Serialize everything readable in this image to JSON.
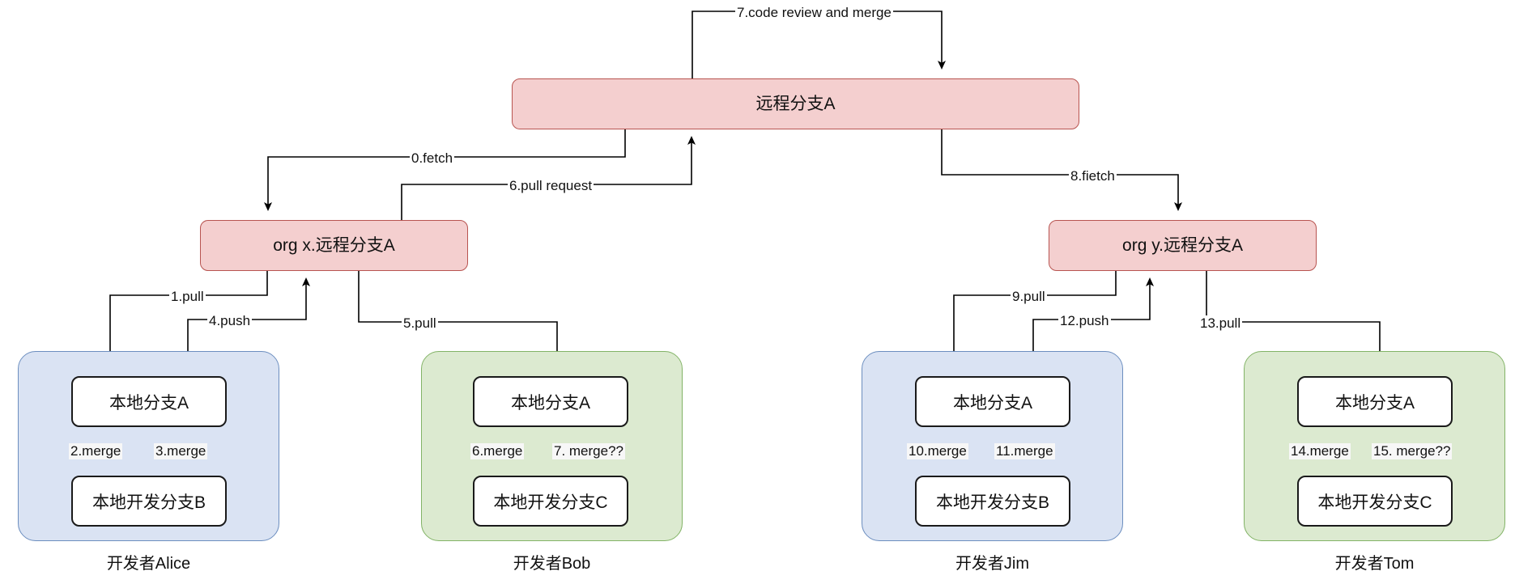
{
  "diagram": {
    "title_node": {
      "label": "远程分支A"
    },
    "org_nodes": [
      {
        "id": "orgx",
        "label": "org x.远程分支A"
      },
      {
        "id": "orgy",
        "label": "org y.远程分支A"
      }
    ],
    "developer_groups": [
      {
        "id": "alice",
        "color": "blue",
        "caption": "开发者Alice",
        "main_branch": "本地分支A",
        "dev_branch": "本地开发分支B",
        "up_label": "2.merge",
        "down_label": "3.merge"
      },
      {
        "id": "bob",
        "color": "green",
        "caption": "开发者Bob",
        "main_branch": "本地分支A",
        "dev_branch": "本地开发分支C",
        "up_label": "7. merge??",
        "down_label": "6.merge"
      },
      {
        "id": "jim",
        "color": "blue",
        "caption": "开发者Jim",
        "main_branch": "本地分支A",
        "dev_branch": "本地开发分支B",
        "up_label": "10.merge",
        "down_label": "11.merge"
      },
      {
        "id": "tom",
        "color": "green",
        "caption": "开发者Tom",
        "main_branch": "本地分支A",
        "dev_branch": "本地开发分支C",
        "up_label": "15. merge??",
        "down_label": "14.merge"
      }
    ],
    "edges": [
      {
        "id": "e7",
        "label": "7.code review and merge"
      },
      {
        "id": "e0",
        "label": "0.fetch"
      },
      {
        "id": "e6",
        "label": "6.pull request"
      },
      {
        "id": "e8",
        "label": "8.fietch"
      },
      {
        "id": "e1",
        "label": "1.pull"
      },
      {
        "id": "e4",
        "label": "4.push"
      },
      {
        "id": "e5",
        "label": "5.pull"
      },
      {
        "id": "e9",
        "label": "9.pull"
      },
      {
        "id": "e12",
        "label": "12.push"
      },
      {
        "id": "e13",
        "label": "13.pull"
      }
    ],
    "colors": {
      "remote_fill": "#f4cfcf",
      "remote_stroke": "#b85450",
      "group_blue_fill": "#dae3f3",
      "group_blue_stroke": "#6c8ebf",
      "group_green_fill": "#dcead0",
      "group_green_stroke": "#82b366",
      "edge_stroke": "#000000",
      "box_fill": "#ffffff",
      "box_stroke": "#1a1a1a"
    }
  }
}
